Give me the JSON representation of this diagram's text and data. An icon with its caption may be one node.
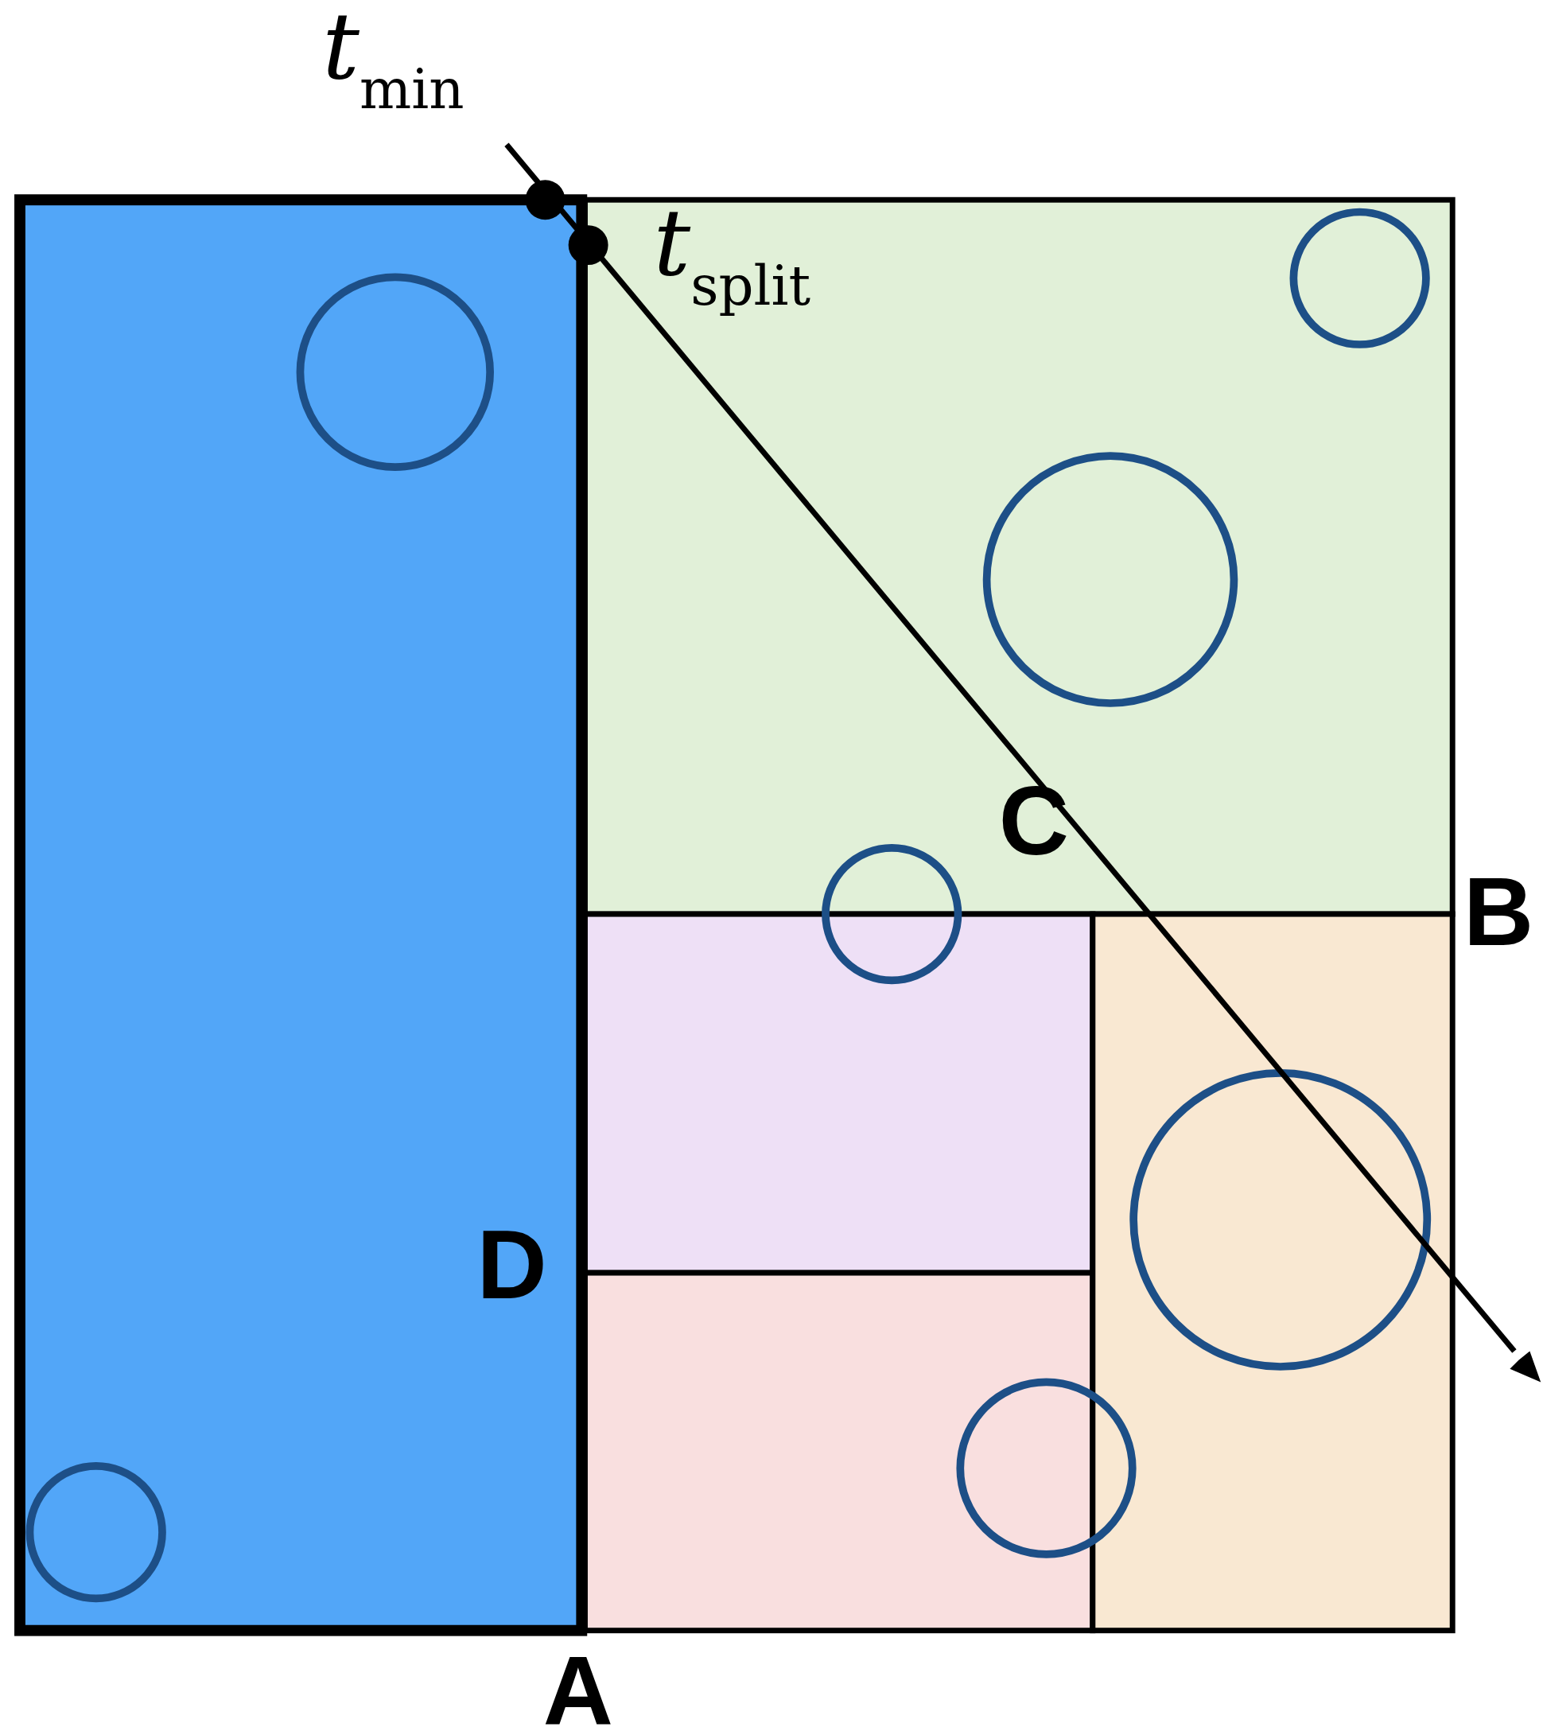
{
  "diagram": {
    "labels": [
      "*t*$_{min}$",
      "*t*$_{split}$",
      "C",
      "B",
      "D",
      "A"
    ]
  }
}
